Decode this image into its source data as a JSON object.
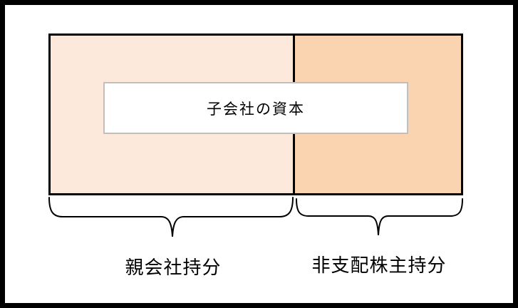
{
  "diagram": {
    "capital_box": {
      "label": "子会社の資本"
    },
    "regions": [
      {
        "id": "parent-interest",
        "label": "親会社持分",
        "fill": "#FCE9DB",
        "width_ratio": 0.59
      },
      {
        "id": "non-controlling-interest",
        "label": "非支配株主持分",
        "fill": "#FAD3B1",
        "width_ratio": 0.41
      }
    ],
    "colors": {
      "outer_frame": "#000000",
      "rect_border": "#000000",
      "capital_box_border": "#BFBFBF",
      "capital_box_fill": "#FFFFFF",
      "background": "#FFFFFF",
      "brace_stroke": "#000000"
    }
  }
}
